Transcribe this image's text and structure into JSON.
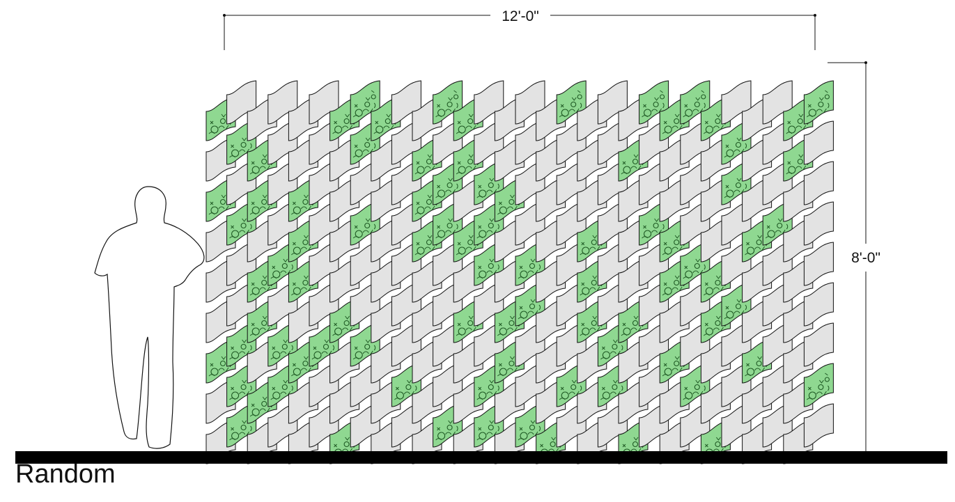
{
  "dimensions": {
    "width_label": "12'-0\"",
    "height_label": "8'-0\""
  },
  "caption": "Random",
  "colors": {
    "tile_plain": "#e3e3e3",
    "tile_planted": "#8fd891",
    "plant_stroke": "#1f5a24",
    "outline": "#111111",
    "ground": "#000000"
  },
  "wall": {
    "columns": 30,
    "rows": 9,
    "planted_tiles": "random"
  },
  "icons": [
    "human-silhouette"
  ]
}
